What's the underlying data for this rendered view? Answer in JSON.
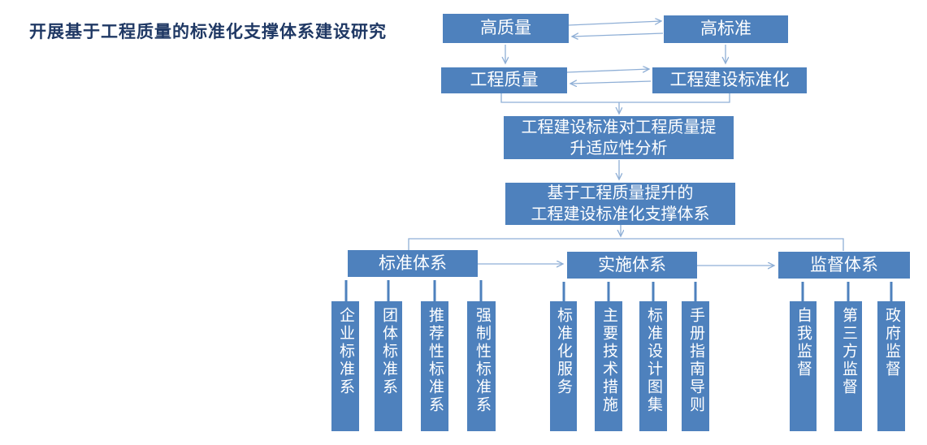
{
  "title": "开展基于工程质量的标准化支撑体系建设研究",
  "colors": {
    "node_fill": "#4e81bd",
    "node_text": "#ffffff",
    "connector": "#8fafd6",
    "title_text": "#1f3864"
  },
  "flow": {
    "high_quality": "高质量",
    "high_standard": "高标准",
    "project_quality": "工程质量",
    "construction_standardization": "工程建设标准化",
    "analysis": "工程建设标准对工程质量提\n升适应性分析",
    "support_system": "基于工程质量提升的\n工程建设标准化支撑体系"
  },
  "systems": [
    {
      "label": "标准体系",
      "children": [
        "企业标准系",
        "团体标准系",
        "推荐性标准系",
        "强制性标准系"
      ]
    },
    {
      "label": "实施体系",
      "children": [
        "标准化服务",
        "主要技术措施",
        "标准设计图集",
        "手册指南导则"
      ]
    },
    {
      "label": "监督体系",
      "children": [
        "自我监督",
        "第三方监督",
        "政府监督"
      ]
    }
  ]
}
